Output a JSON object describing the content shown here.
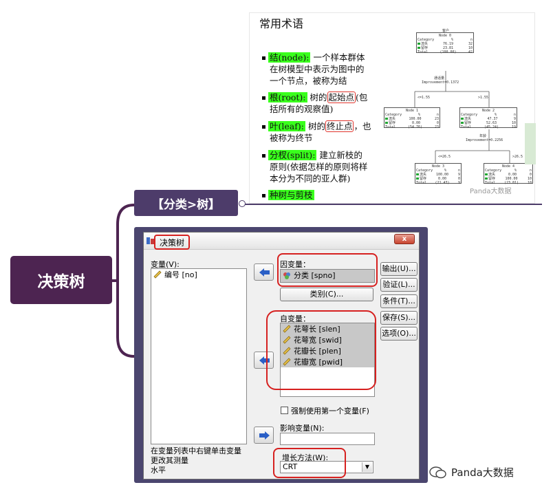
{
  "slide": {
    "title": "常用术语",
    "bullets": [
      {
        "term": "结(node):",
        "text_a": "一个样本群体",
        "line2": "在树模型中表示为图中的",
        "line3": "一个节点，被称为结"
      },
      {
        "term": "根(root):",
        "pre": "树的",
        "boxed": "起始点",
        "post": "(包",
        "line2": "括所有的观察值)"
      },
      {
        "term": "叶(leaf):",
        "pre": "树的",
        "boxed": "终止点",
        "post": "，也",
        "line2": "被称为终节"
      },
      {
        "term": "分杈(split):",
        "text_a": "建立新枝的",
        "line2": "原则(依据怎样的原则将样",
        "line3": "本分为不同的亚人群)"
      },
      {
        "term": "种树与剪枝"
      }
    ],
    "watermark": "Panda大数据",
    "tree": {
      "target_label": "客户",
      "node0": {
        "name": "Node 0",
        "rows": [
          [
            "Category",
            "%",
            "n"
          ],
          [
            "流失",
            "76.19",
            "32"
          ],
          [
            "留存",
            "23.81",
            "10"
          ],
          [
            "Total",
            "(100.00)",
            "42"
          ]
        ]
      },
      "split1": {
        "var": "通话量",
        "improvement": "Improvement=0.1372",
        "left": "<=1.55",
        "right": ">1.55"
      },
      "node1": {
        "name": "Node 1",
        "rows": [
          [
            "Category",
            "%",
            "n"
          ],
          [
            "流失",
            "100.00",
            "23"
          ],
          [
            "留存",
            "0.00",
            "0"
          ],
          [
            "Total",
            "(54.76)",
            "23"
          ]
        ]
      },
      "node2": {
        "name": "Node 2",
        "rows": [
          [
            "Category",
            "%",
            "n"
          ],
          [
            "流失",
            "47.37",
            "9"
          ],
          [
            "留存",
            "52.63",
            "10"
          ],
          [
            "Total",
            "(45.24)",
            "19"
          ]
        ]
      },
      "split2": {
        "var": "年龄",
        "improvement": "Improvement=0.2256",
        "left": "<=26.5",
        "right": ">26.5"
      },
      "node3": {
        "name": "Node 3",
        "rows": [
          [
            "Category",
            "%",
            "n"
          ],
          [
            "流失",
            "100.00",
            "9"
          ],
          [
            "留存",
            "0.00",
            "0"
          ],
          [
            "Total",
            "(21.43)",
            "9"
          ]
        ]
      },
      "node4": {
        "name": "Node 4",
        "rows": [
          [
            "Category",
            "%",
            "n"
          ],
          [
            "流失",
            "0.00",
            "0"
          ],
          [
            "留存",
            "100.00",
            "10"
          ],
          [
            "Total",
            "(23.81)",
            "10"
          ]
        ]
      }
    }
  },
  "mindmap": {
    "root": "决策树",
    "branch": "【分类>树】"
  },
  "dialog": {
    "title": "决策树",
    "close": "x",
    "variables_label": "变量(V):",
    "variables": [
      "编号 [no]"
    ],
    "hint": [
      "在变量列表中右键单击变量",
      "更改其测量",
      "水平"
    ],
    "dependent_label": "因变量：",
    "dependent_value": "分类 [spno]",
    "categories_button": "类别(C)...",
    "independent_label": "自变量：",
    "independent_vars": [
      "花萼长 [slen]",
      "花萼宽 [swid]",
      "花瓣长 [plen]",
      "花瓣宽 [pwid]"
    ],
    "force_first_label": "强制使用第一个变量(F)",
    "influence_label": "影响变量(N):",
    "growth_label": "增长方法(W):",
    "growth_value": "CRT",
    "side_buttons": [
      "输出(U)...",
      "验证(L)...",
      "条件(T)...",
      "保存(S)...",
      "选项(O)..."
    ]
  },
  "watermark": "Panda大数据",
  "colors": {
    "mindmap_root": "#4d2451",
    "mindmap_branch": "#4d3c6a",
    "highlight": "#d6201f",
    "slide_highlight": "#39ff1c"
  }
}
